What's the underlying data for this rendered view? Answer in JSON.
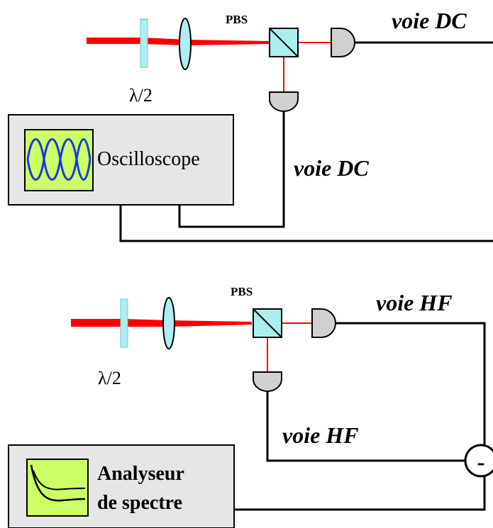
{
  "top_setup": {
    "pbs_label": "PBS",
    "waveplate_label": "λ/2",
    "channel_right_label": "voie DC",
    "channel_bottom_label": "voie DC",
    "instrument_label": "Oscilloscope"
  },
  "bottom_setup": {
    "pbs_label": "PBS",
    "waveplate_label": "λ/2",
    "channel_right_label": "voie HF",
    "channel_bottom_label": "voie HF",
    "subtractor_symbol": "-",
    "instrument_label_line1": "Analyseur",
    "instrument_label_line2": "de spectre"
  },
  "colors": {
    "laser_beam": "#ff0000",
    "waveplate": "#aeeef2",
    "lens": "#aeeef2",
    "cube": "#aaeeee",
    "detector": "#d0d0d0",
    "instrument_box": "#e6e6e6",
    "screen": "#ccff66",
    "trace": "#1a3bd8",
    "wire": "#000000"
  }
}
